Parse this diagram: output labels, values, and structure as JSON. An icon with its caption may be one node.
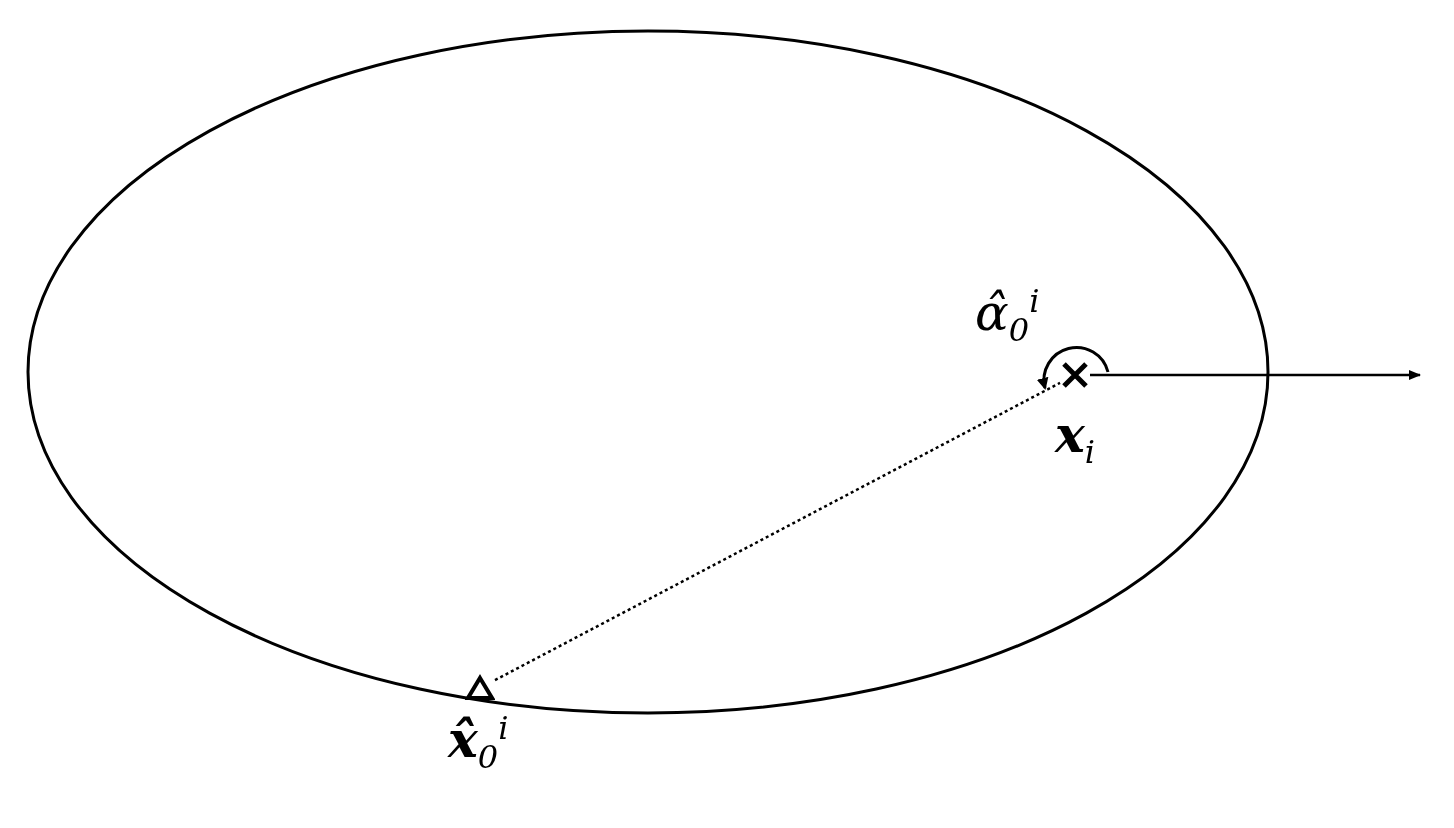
{
  "diagram": {
    "nodes": [
      {
        "text": [],
        "shape": "cross",
        "beside": [
          "**x**$_{i}$"
        ]
      },
      {
        "text": [],
        "shape": "triangle",
        "beside": [
          "**x̂**$_{0}$$^{i}$"
        ]
      }
    ],
    "edges": [
      {
        "from": 0,
        "to": null,
        "arrow": "to"
      },
      {
        "from": 1,
        "to": 0,
        "arrow": "none",
        "style": "dashed"
      }
    ],
    "labels": [
      "α̂$_{0}$$^{i}$"
    ]
  }
}
